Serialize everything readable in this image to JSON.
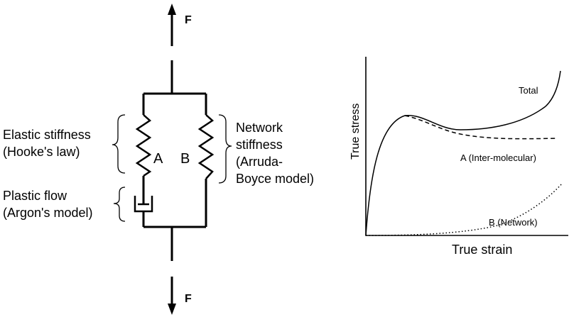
{
  "force": {
    "top_label": "F",
    "bottom_label": "F"
  },
  "model": {
    "branch_a": "A",
    "branch_b": "B",
    "elastic_lines": [
      "Elastic stiffness",
      "(Hooke's law)"
    ],
    "plastic_lines": [
      "Plastic flow",
      "(Argon's model)"
    ],
    "network_lines": [
      "Network",
      "stiffness",
      "(Arruda-",
      "Boyce model)"
    ]
  },
  "plot": {
    "xlabel": "True strain",
    "ylabel": "True stress",
    "curves": [
      {
        "name": "Total",
        "style": "solid"
      },
      {
        "name": "A  (Inter-molecular)",
        "style": "dashed"
      },
      {
        "name": "B  (Network)",
        "style": "dotted"
      }
    ]
  }
}
